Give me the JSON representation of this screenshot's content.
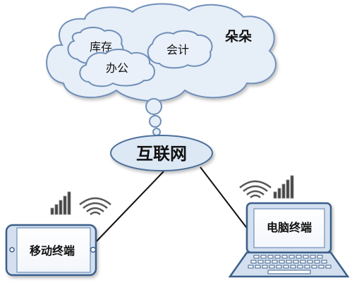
{
  "cloud": {
    "brand": "朵朵",
    "bubbles": {
      "inventory": "库存",
      "office": "办公",
      "accounting": "会计"
    }
  },
  "network": {
    "label": "互联网"
  },
  "mobile": {
    "label": "移动终端"
  },
  "computer": {
    "label": "电脑终端"
  },
  "colors": {
    "cloud_fill": "#e6eef8",
    "cloud_stroke": "#6f8fb8",
    "ellipse_fill": "#dde8f5",
    "ellipse_stroke": "#4d6f99",
    "link": "#111111",
    "device_stroke": "#3b5f8a",
    "device_fill": "#d4e0ef"
  }
}
